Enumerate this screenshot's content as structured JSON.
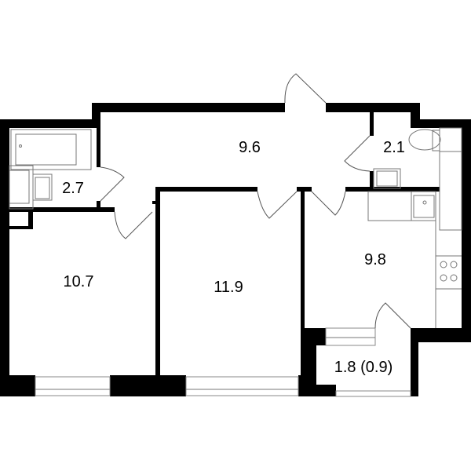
{
  "rooms": {
    "hallway": "9.6",
    "toilet": "2.1",
    "bathroom": "2.7",
    "bedroom_left": "10.7",
    "bedroom_center": "11.9",
    "kitchen": "9.8",
    "balcony": "1.8 (0.9)"
  },
  "colors": {
    "wall": "#000000",
    "fixture": "#777777",
    "background": "#ffffff"
  }
}
